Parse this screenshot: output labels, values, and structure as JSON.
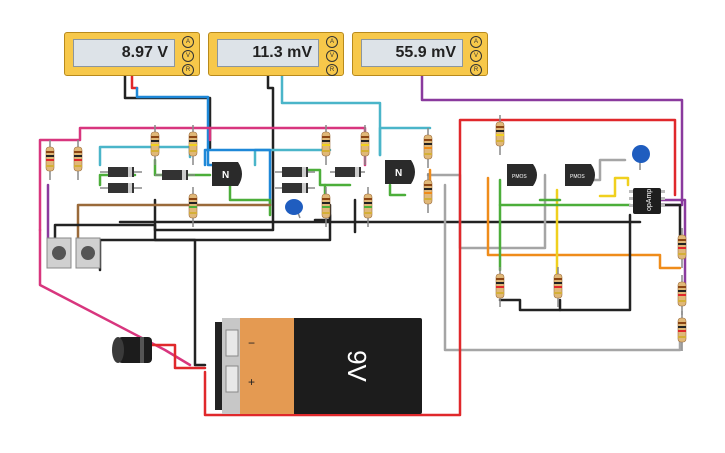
{
  "multimeters": [
    {
      "reading": "8.97 V",
      "terminals": [
        "A",
        "V",
        "R"
      ]
    },
    {
      "reading": "11.3 mV",
      "terminals": [
        "A",
        "V",
        "R"
      ]
    },
    {
      "reading": "55.9 mV",
      "terminals": [
        "A",
        "V",
        "R"
      ]
    }
  ],
  "components": {
    "battery_label": "9V",
    "battery_minus": "−",
    "battery_plus": "+",
    "transistor_label": "N",
    "pmos_label": "PMOS",
    "opamp_label": "opAmp"
  },
  "colors": {
    "red": "#e0282b",
    "purple": "#8a3a9e",
    "cyan": "#4ab5c9",
    "blue": "#1e88d8",
    "green": "#4cae3a",
    "orange": "#ef8c1a",
    "brown": "#9a6a3a",
    "yellow": "#f0d01e",
    "gray": "#a5a5a5",
    "black": "#222222",
    "pink": "#d8367e"
  }
}
